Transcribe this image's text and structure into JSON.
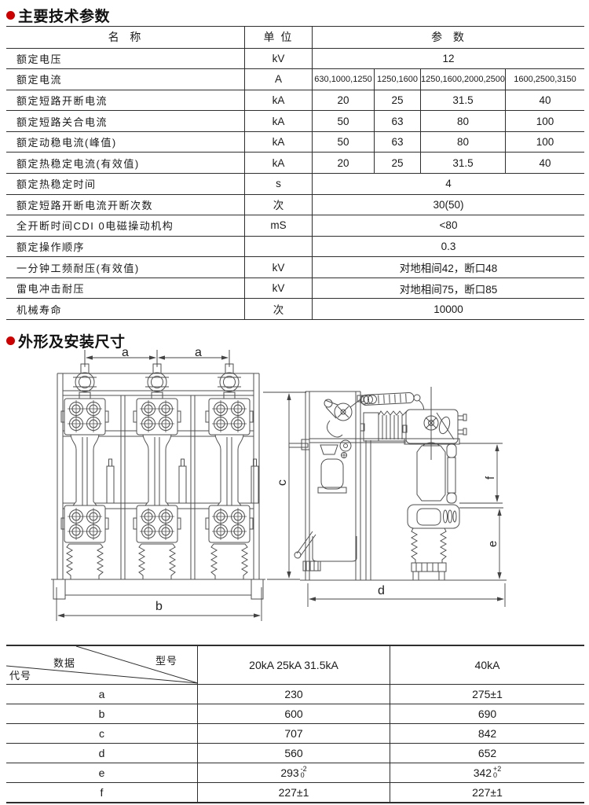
{
  "section1": {
    "title": "主要技术参数",
    "bullet_color": "#cc0000"
  },
  "table1": {
    "header": {
      "name": "名  称",
      "unit": "单 位",
      "param": "参  数"
    },
    "rows": [
      {
        "name": "额定电压",
        "unit": "kV",
        "values": [
          "12"
        ]
      },
      {
        "name": "额定电流",
        "unit": "A",
        "values": [
          "630,1000,1250",
          "1250,1600",
          "1250,1600,2000,2500",
          "1600,2500,3150"
        ],
        "small": true
      },
      {
        "name": "额定短路开断电流",
        "unit": "kA",
        "values": [
          "20",
          "25",
          "31.5",
          "40"
        ]
      },
      {
        "name": "额定短路关合电流",
        "unit": "kA",
        "values": [
          "50",
          "63",
          "80",
          "100"
        ]
      },
      {
        "name": "额定动稳电流(峰值)",
        "unit": "kA",
        "values": [
          "50",
          "63",
          "80",
          "100"
        ]
      },
      {
        "name": "额定热稳定电流(有效值)",
        "unit": "kA",
        "values": [
          "20",
          "25",
          "31.5",
          "40"
        ]
      },
      {
        "name": "额定热稳定时间",
        "unit": "s",
        "values": [
          "4"
        ]
      },
      {
        "name": "额定短路开断电流开断次数",
        "unit": "次",
        "values": [
          "30(50)"
        ]
      },
      {
        "name": "全开断时间CDI 0电磁操动机构",
        "unit": "mS",
        "values": [
          "<80"
        ]
      },
      {
        "name": "额定操作顺序",
        "unit": "",
        "values": [
          "0.3"
        ]
      },
      {
        "name": "一分钟工频耐压(有效值)",
        "unit": "kV",
        "values": [
          "对地相间42，断口48"
        ]
      },
      {
        "name": "雷电冲击耐压",
        "unit": "kV",
        "values": [
          "对地相间75，断口85"
        ]
      },
      {
        "name": "机械寿命",
        "unit": "次",
        "values": [
          "10000"
        ]
      }
    ]
  },
  "section2": {
    "title": "外形及安装尺寸",
    "bullet_color": "#cc0000"
  },
  "drawing": {
    "labels": {
      "a": "a",
      "b": "b",
      "c": "c",
      "d": "d",
      "e": "e",
      "f": "f"
    }
  },
  "table2": {
    "corner": {
      "top": "数据",
      "right": "型号",
      "left": "代号"
    },
    "columns": [
      "20kA 25kA 31.5kA",
      "40kA"
    ],
    "rows": [
      {
        "code": "a",
        "v1": "230",
        "v2": "275±1"
      },
      {
        "code": "b",
        "v1": "600",
        "v2": "690"
      },
      {
        "code": "c",
        "v1": "707",
        "v2": "842"
      },
      {
        "code": "d",
        "v1": "560",
        "v2": "652"
      },
      {
        "code": "e",
        "v1": {
          "base": "293",
          "sup": "-2",
          "sub": "0"
        },
        "v2": {
          "base": "342",
          "sup": "+2",
          "sub": "0"
        }
      },
      {
        "code": "f",
        "v1": "227±1",
        "v2": "227±1"
      }
    ]
  }
}
